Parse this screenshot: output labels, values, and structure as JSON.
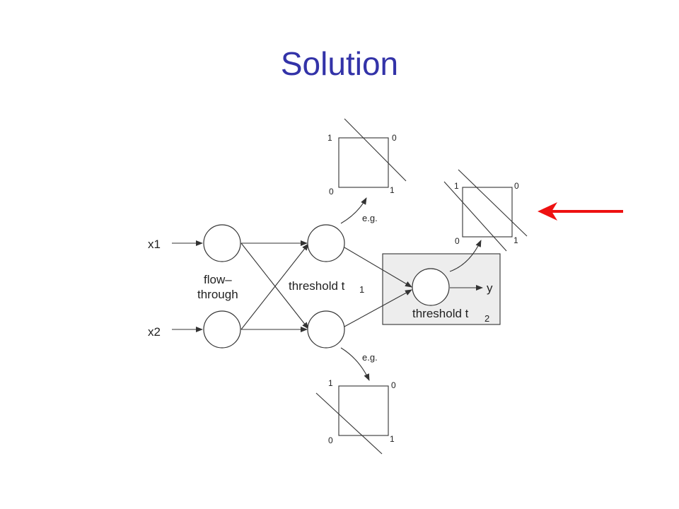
{
  "slide": {
    "title": "Solution",
    "accent_color": "#3333a8",
    "pointer_arrow_color": "#ee1111"
  },
  "network": {
    "inputs": [
      {
        "label": "x1"
      },
      {
        "label": "x2"
      }
    ],
    "input_layer_label_line1": "flow–",
    "input_layer_label_line2": "through",
    "hidden_layer_label": "threshold t",
    "hidden_layer_subscript": "1",
    "output_label": "y",
    "output_node_label": "threshold t",
    "output_node_subscript": "2",
    "output_box_fill": "#ededed"
  },
  "plots": {
    "top": {
      "callout": "e.g.",
      "corners": {
        "top_left": "1",
        "top_right": "0",
        "bottom_left": "0",
        "bottom_right": "1"
      }
    },
    "right": {
      "corners": {
        "top_left": "1",
        "top_right": "0",
        "bottom_left": "0",
        "bottom_right": "1"
      }
    },
    "bottom": {
      "callout": "e.g.",
      "corners": {
        "top_left": "1",
        "top_right": "0",
        "bottom_left": "0",
        "bottom_right": "1"
      }
    }
  }
}
